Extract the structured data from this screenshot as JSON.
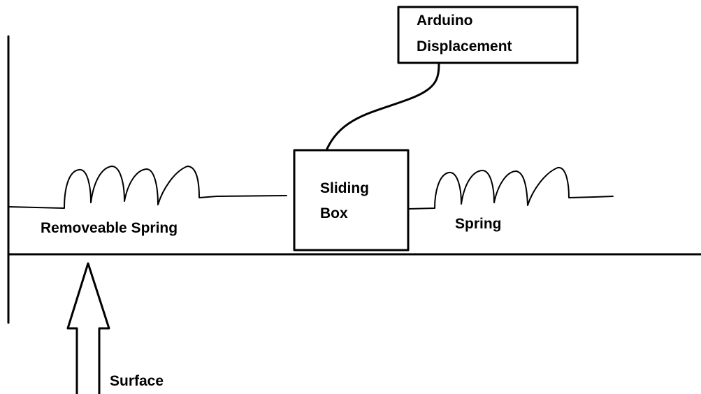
{
  "colors": {
    "ink": "#000000",
    "background": "#ffffff"
  },
  "labels": {
    "arduino_line1": "Arduino",
    "arduino_line2": "Displacement",
    "sliding_line1": "Sliding",
    "sliding_line2": "Box",
    "removeable_spring": "Removeable Spring",
    "spring": "Spring",
    "surface": "Surface"
  }
}
